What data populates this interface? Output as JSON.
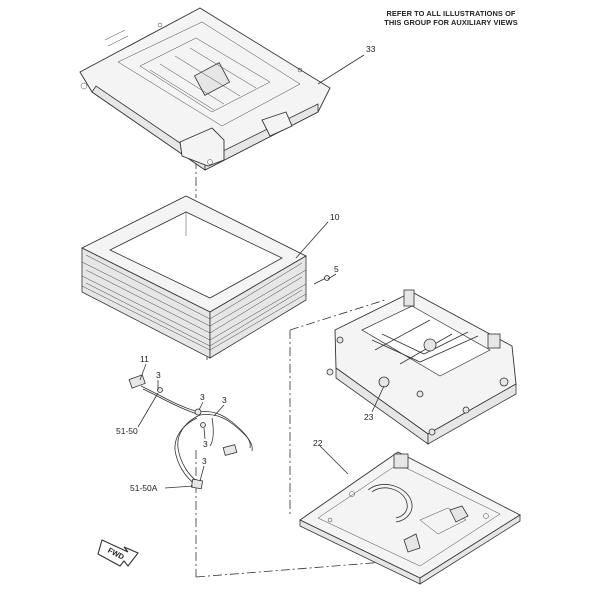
{
  "header": {
    "note_line1": "REFER TO ALL ILLUSTRATIONS OF",
    "note_line2": "THIS GROUP FOR AUXILIARY VIEWS"
  },
  "callouts": {
    "c33": "33",
    "c10": "10",
    "c5": "5",
    "c11": "11",
    "c3a": "3",
    "c3b": "3",
    "c3c": "3",
    "c3d": "3",
    "c3e": "3",
    "c5150": "51-50",
    "c5150a": "51-50A",
    "c23": "23",
    "c22": "22"
  },
  "fwd_label": "FWD"
}
